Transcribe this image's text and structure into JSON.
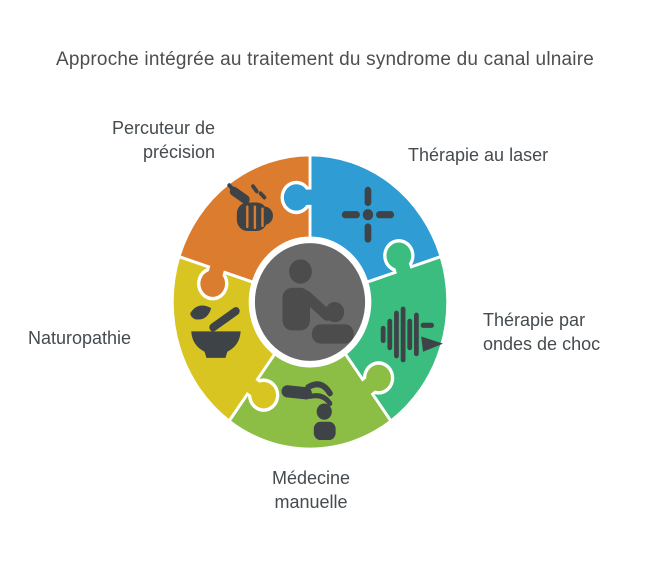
{
  "title": "Approche intégrée au traitement du syndrome du canal ulnaire",
  "diagram": {
    "center": {
      "icon": "massage-therapy-icon",
      "color": "#696969",
      "icon_color": "#4C4C4C"
    },
    "segments": [
      {
        "id": "laser",
        "label": "Thérapie au laser",
        "color": "#2F9CD4",
        "icon": "laser-target-icon",
        "position": "top-right"
      },
      {
        "id": "shockwave",
        "label": "Thérapie par ondes de choc",
        "color": "#3BBD7F",
        "icon": "shockwave-icon",
        "position": "right"
      },
      {
        "id": "manual",
        "label": "Médecine manuelle",
        "color": "#8CBE45",
        "icon": "manual-therapy-icon",
        "position": "bottom"
      },
      {
        "id": "naturopathy",
        "label": "Naturopathie",
        "color": "#D8C521",
        "icon": "mortar-pestle-icon",
        "position": "left"
      },
      {
        "id": "percussion",
        "label": "Percuteur de précision",
        "color": "#DB7C2F",
        "icon": "massage-gun-icon",
        "position": "top-left"
      }
    ],
    "colors": {
      "segment_icon": "#3E4347",
      "outline": "#FFFFFF",
      "label_text": "#454B4E",
      "title_text": "#4E4E4E"
    }
  }
}
